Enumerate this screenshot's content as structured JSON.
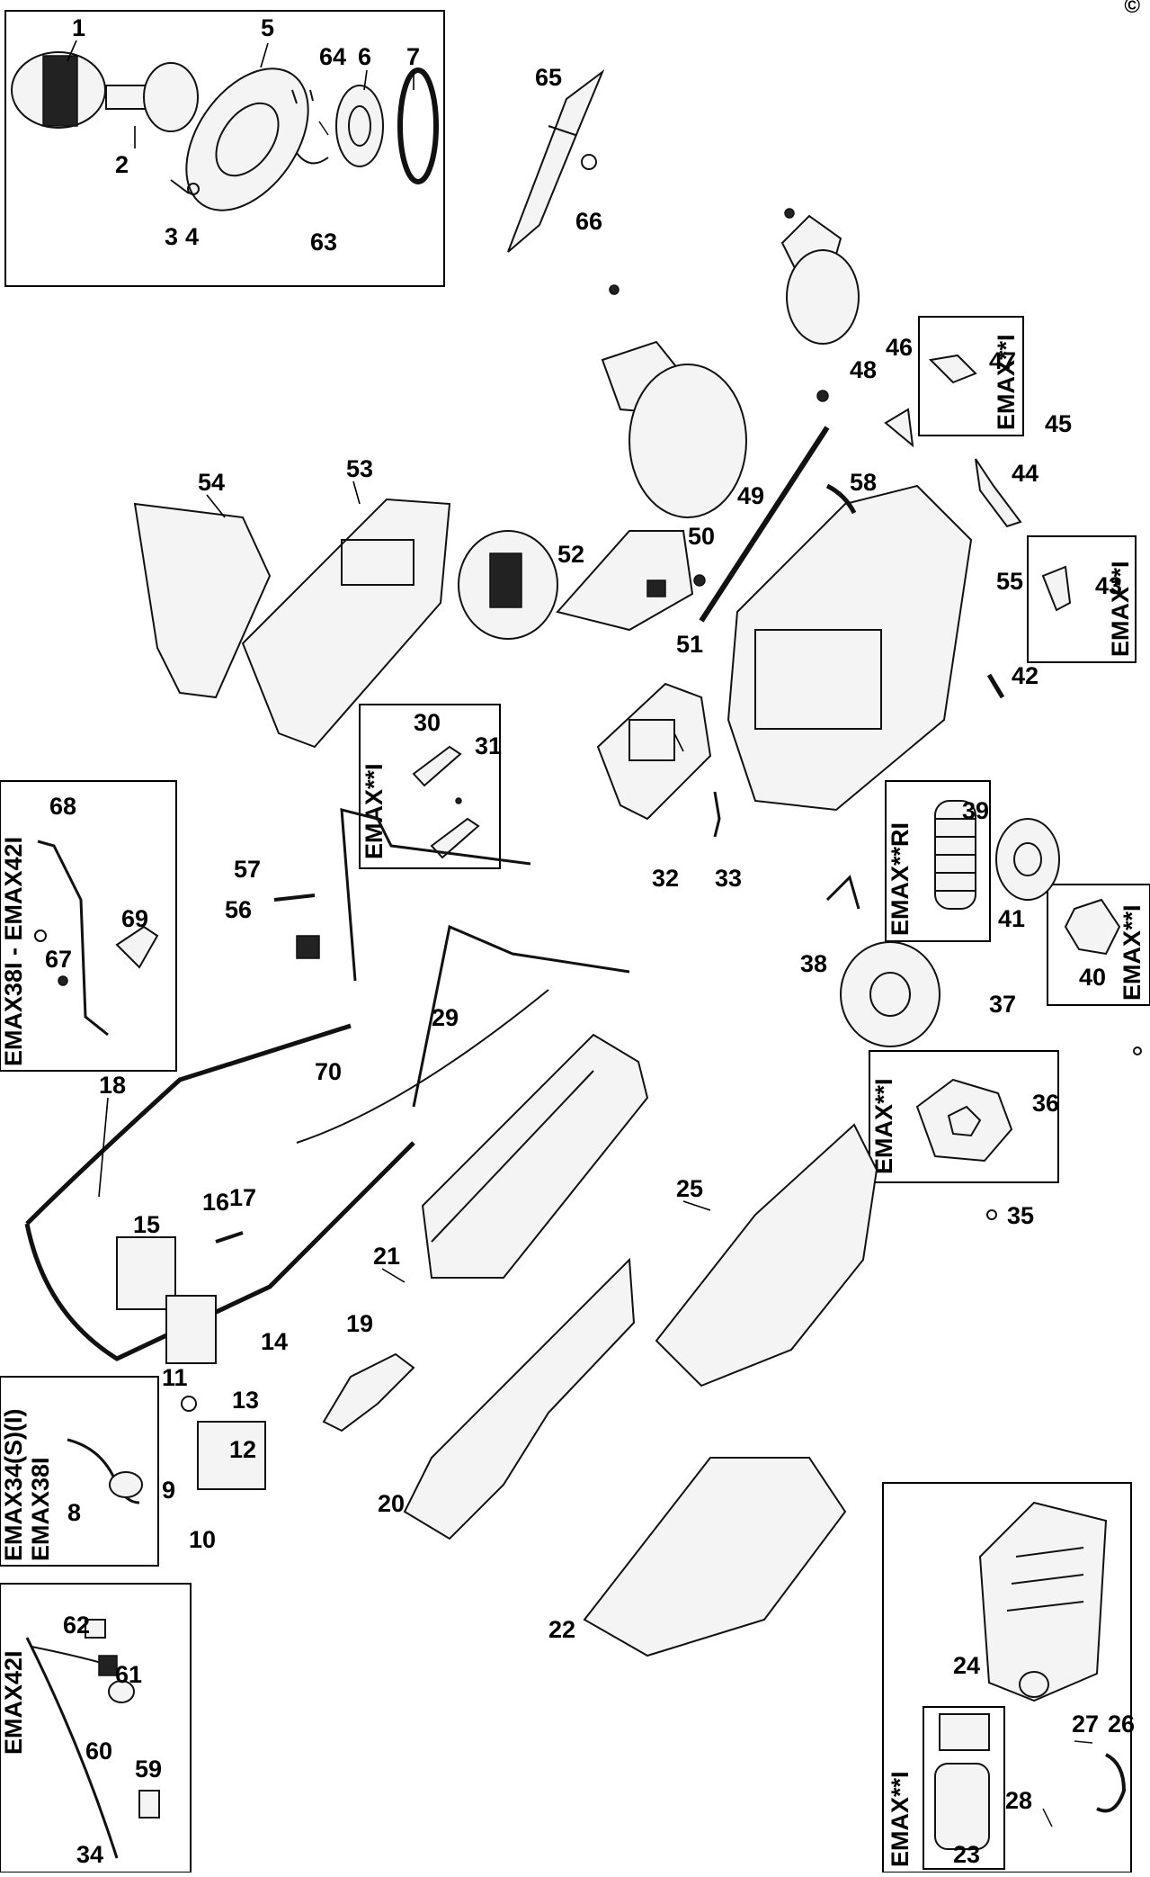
{
  "copyright_symbol": "©",
  "box_labels": {
    "emax34s_line1": "EMAX34(S)(I)",
    "emax34s_line2": "EMAX38I",
    "emax42i": "EMAX42I",
    "emax38i_emax42i": "EMAX38I - EMAX42I",
    "emaxi_30": "EMAX**I",
    "emaxri_39": "EMAX**RI",
    "emaxi_40": "EMAX**I",
    "emaxi_36": "EMAX**I",
    "emaxi_43": "EMAX**I",
    "emaxi_47": "EMAX**I",
    "emaxi_23": "EMAX**I"
  },
  "parts": [
    "1",
    "2",
    "3",
    "4",
    "5",
    "6",
    "7",
    "8",
    "9",
    "10",
    "11",
    "12",
    "13",
    "14",
    "15",
    "16",
    "17",
    "18",
    "19",
    "20",
    "21",
    "22",
    "23",
    "24",
    "25",
    "26",
    "27",
    "28",
    "29",
    "30",
    "31",
    "32",
    "33",
    "34",
    "35",
    "36",
    "37",
    "38",
    "39",
    "40",
    "41",
    "42",
    "43",
    "44",
    "45",
    "46",
    "47",
    "48",
    "49",
    "50",
    "51",
    "52",
    "53",
    "54",
    "55",
    "56",
    "57",
    "58",
    "59",
    "60",
    "61",
    "62",
    "63",
    "64",
    "65",
    "66",
    "67",
    "68",
    "69",
    "70"
  ]
}
